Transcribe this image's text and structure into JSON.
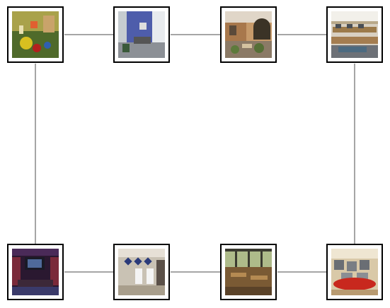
{
  "diagram": {
    "nodes": [
      {
        "id": "playroom",
        "icon": "playroom-photo-icon"
      },
      {
        "id": "office",
        "icon": "office-photo-icon"
      },
      {
        "id": "courtyard",
        "icon": "courtyard-photo-icon"
      },
      {
        "id": "computer-lab",
        "icon": "computer-lab-photo-icon"
      },
      {
        "id": "home-theater",
        "icon": "home-theater-photo-icon"
      },
      {
        "id": "restroom",
        "icon": "restroom-photo-icon"
      },
      {
        "id": "study-room",
        "icon": "study-room-photo-icon"
      },
      {
        "id": "computer-cluster",
        "icon": "computer-cluster-photo-icon"
      }
    ],
    "edges": [
      [
        "playroom",
        "office"
      ],
      [
        "office",
        "courtyard"
      ],
      [
        "courtyard",
        "computer-lab"
      ],
      [
        "playroom",
        "home-theater"
      ],
      [
        "computer-lab",
        "computer-cluster"
      ],
      [
        "home-theater",
        "restroom"
      ],
      [
        "restroom",
        "study-room"
      ],
      [
        "study-room",
        "computer-cluster"
      ]
    ],
    "colors": {
      "edge": "#888888",
      "frame": "#000000",
      "background": "#ffffff"
    }
  }
}
